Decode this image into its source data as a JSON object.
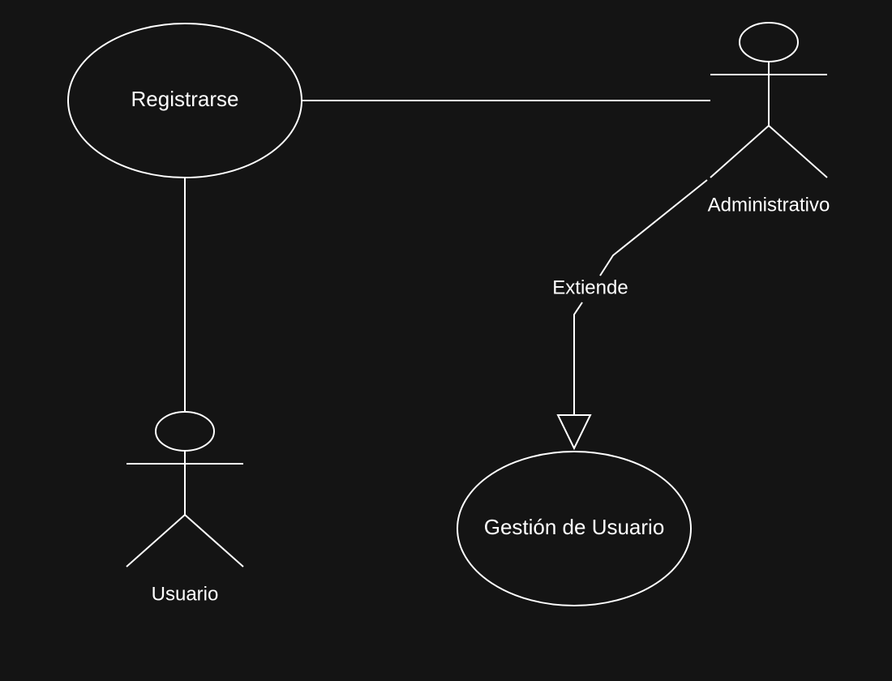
{
  "diagram": {
    "colors": {
      "background": "#141414",
      "stroke": "#ffffff",
      "text": "#ffffff"
    },
    "use_cases": {
      "registrarse": "Registrarse",
      "gestion_usuario": "Gestión de Usuario"
    },
    "actors": {
      "administrativo": "Administrativo",
      "usuario": "Usuario"
    },
    "relations": {
      "extend_label": "Extiende"
    }
  }
}
